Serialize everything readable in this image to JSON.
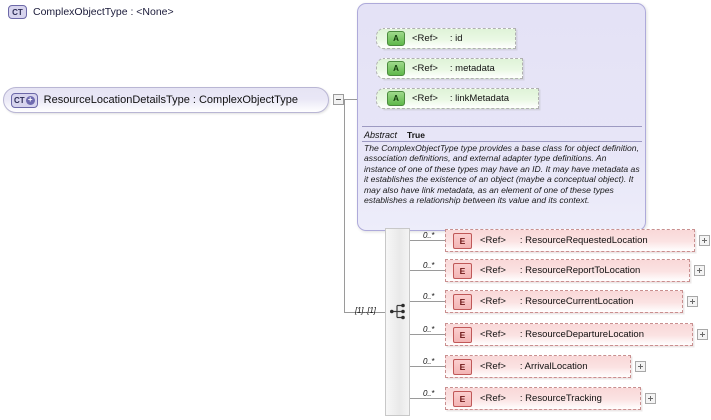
{
  "diagram": {
    "kind": "xsd-schema-diagram",
    "root": {
      "badge": "CT",
      "badge_icon": "complextype-plus-icon",
      "label": "ResourceLocationDetailsType : ComplexObjectType",
      "collapse_icon": "minus-box-icon"
    },
    "type_panel": {
      "badge": "CT",
      "title": "ComplexObjectType : <None>",
      "attributes": [
        {
          "badge": "A",
          "ref": "<Ref>",
          "name": ": id"
        },
        {
          "badge": "A",
          "ref": "<Ref>",
          "name": ": metadata"
        },
        {
          "badge": "A",
          "ref": "<Ref>",
          "name": ": linkMetadata"
        }
      ],
      "abstract_label": "Abstract",
      "abstract_value": "True",
      "documentation": "The ComplexObjectType type provides a base class for object definition, association definitions, and external adapter type definitions. An instance of one of these types may have an ID. It may have metadata as it establishes the existence of an object (maybe a conceptual object). It may also have link metadata, as an element of one of these types establishes a relationship between its value and its context."
    },
    "compositor": {
      "icon": "sequence-icon",
      "cardinality": "[1]..[1]"
    },
    "elements": [
      {
        "badge": "E",
        "ref": "<Ref>",
        "name": ": ResourceRequestedLocation",
        "cardinality": "0..*",
        "expand": "plus-box-icon"
      },
      {
        "badge": "E",
        "ref": "<Ref>",
        "name": ": ResourceReportToLocation",
        "cardinality": "0..*",
        "expand": "plus-box-icon"
      },
      {
        "badge": "E",
        "ref": "<Ref>",
        "name": ": ResourceCurrentLocation",
        "cardinality": "0..*",
        "expand": "plus-box-icon"
      },
      {
        "badge": "E",
        "ref": "<Ref>",
        "name": ": ResourceDepartureLocation",
        "cardinality": "0..*",
        "expand": "plus-box-icon"
      },
      {
        "badge": "E",
        "ref": "<Ref>",
        "name": ": ArrivalLocation",
        "cardinality": "0..*",
        "expand": "plus-box-icon"
      },
      {
        "badge": "E",
        "ref": "<Ref>",
        "name": ": ResourceTracking",
        "cardinality": "0..*",
        "expand": "plus-box-icon"
      }
    ],
    "colors": {
      "complextype_fill": "#e6e4f4",
      "attribute_fill": "#dff3d8",
      "element_fill": "#f9d8d8",
      "line": "#9a9a9a"
    }
  }
}
